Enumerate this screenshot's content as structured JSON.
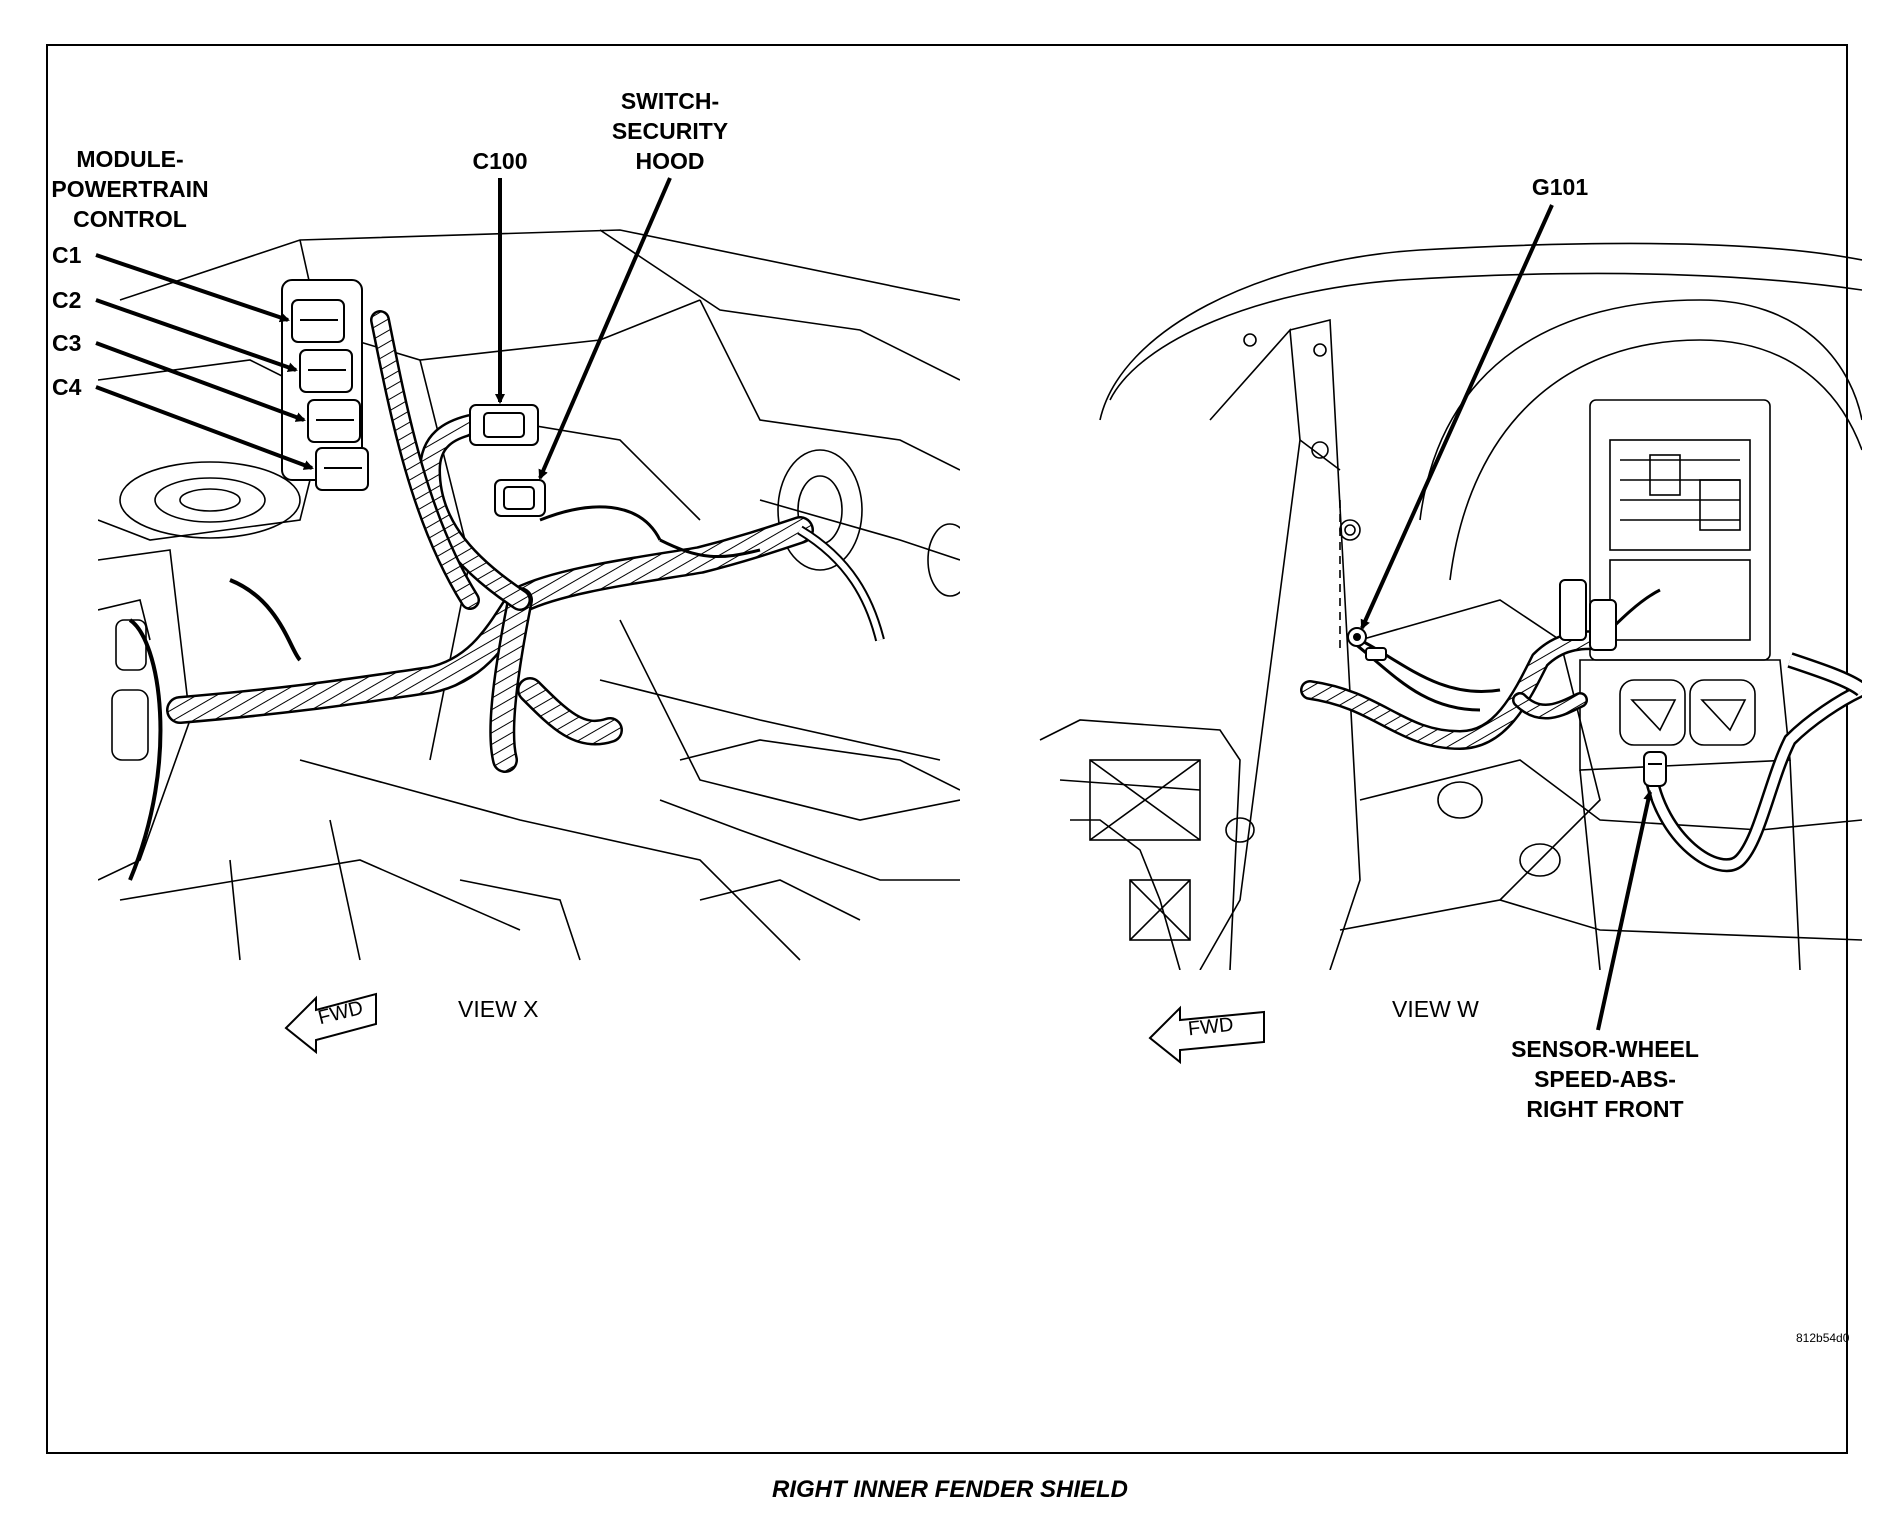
{
  "caption": "RIGHT INNER FENDER SHIELD",
  "figure_code": "812b54d0",
  "view_x": {
    "title": "VIEW X",
    "fwd": "FWD",
    "labels": {
      "pcm": [
        "MODULE-",
        "POWERTRAIN",
        "CONTROL"
      ],
      "c1": "C1",
      "c2": "C2",
      "c3": "C3",
      "c4": "C4",
      "c100": "C100",
      "hood_switch": [
        "SWITCH-",
        "SECURITY",
        "HOOD"
      ]
    }
  },
  "view_w": {
    "title": "VIEW W",
    "fwd": "FWD",
    "labels": {
      "g101": "G101",
      "abs_sensor": [
        "SENSOR-WHEEL",
        "SPEED-ABS-",
        "RIGHT FRONT"
      ]
    }
  }
}
